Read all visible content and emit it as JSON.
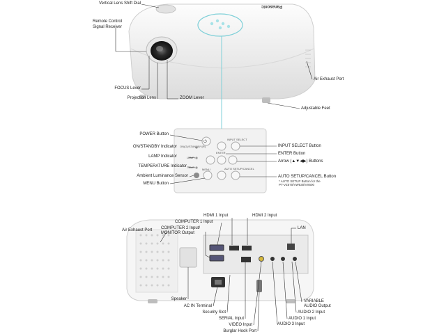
{
  "top_labels": {
    "vertical_lens_shift_dial": "Vertical Lens Shift Dial",
    "remote_control_line1": "Remote Control",
    "remote_control_line2": "Signal Receiver",
    "focus_lever": "FOCUS Lever",
    "projection_lens": "Projection Lens",
    "zoom_lever": "ZOOM Lever",
    "air_exhaust_port": "Air Exhaust Port",
    "adjustable_feet": "Adjustable Feet",
    "brand": "Panasonic"
  },
  "panel_labels": {
    "power_button": "POWER Button",
    "on_standby_indicator": "ON/STANDBY Indicator",
    "lamp_indicator": "LAMP Indicator",
    "temperature_indicator": "TEMPERATURE Indicator",
    "ambient_luminance_sensor": "Ambient Luminance Sensor",
    "menu_button": "MENU Button",
    "input_select_button": "INPUT SELECT Button",
    "enter_button": "ENTER Button",
    "arrow_buttons": "Arrow (▲▼◀▶) Buttons",
    "auto_setup_cancel_button": "AUTO SETUP/CANCEL Button",
    "auto_setup_note_line1": "* AUTO SETUP Button for the",
    "auto_setup_note_line2": "PT-VZ570/VW530/VX600"
  },
  "panel_key_text": {
    "on_standby": "ON(G)/STANDBY(R)",
    "lamp": "LAMP",
    "temp": "TEMP",
    "menu": "MENU",
    "input_select": "INPUT SELECT",
    "enter": "ENTER",
    "auto_setup": "AUTO SETUP/CANCEL"
  },
  "rear_labels": {
    "hdmi1_input": "HDMI 1 Input",
    "hdmi2_input": "HDMI 2 Input",
    "computer1_input": "COMPUTER 1 Input",
    "computer2_line1": "COMPUTER 2 Input/",
    "computer2_line2": "MONITOR Output",
    "air_exhaust_port": "Air Exhaust Port",
    "lan": "LAN",
    "speaker": "Speaker",
    "ac_in_terminal": "AC IN Terminal",
    "security_slot": "Security Slot",
    "serial_input": "SERIAL Input",
    "video_input": "VIDEO Input",
    "burglar_hook_port": "Burglar Hook Port",
    "audio3_input": "AUDIO 3 Input",
    "audio1_input": "AUDIO 1 Input",
    "audio2_input": "AUDIO 2 Input",
    "variable_line1": "VARIABLE",
    "variable_line2": "AUDIO Output"
  },
  "colors": {
    "leader_line": "#333333",
    "callout_teal": "#7fd0d8",
    "body_white": "#f4f4f4",
    "shadow_grey": "#cfcfcf"
  }
}
